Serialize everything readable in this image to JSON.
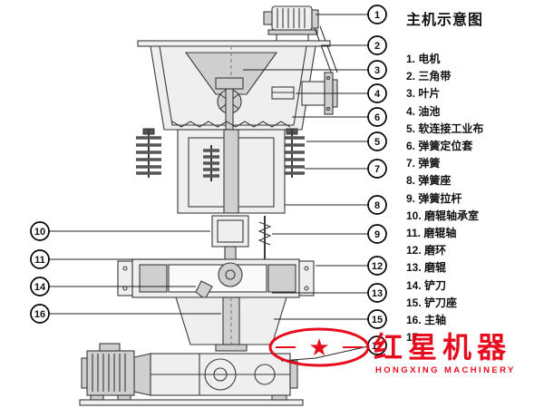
{
  "legend": {
    "title": "主机示意图",
    "items": [
      "1. 电机",
      "2. 三角带",
      "3. 叶片",
      "4. 油池",
      "5. 软连接工业布",
      "6. 弹簧定位套",
      "7. 弹簧",
      "8. 弹簧座",
      "9. 弹簧拉杆",
      "10. 磨辊轴承室",
      "11. 磨辊轴",
      "12. 磨环",
      "13. 磨辊",
      "14. 铲刀",
      "15. 铲刀座",
      "16. 主轴",
      "17."
    ]
  },
  "callouts": {
    "right": [
      "1",
      "2",
      "3",
      "4",
      "6",
      "5",
      "7",
      "8",
      "9",
      "12",
      "13",
      "15",
      "17"
    ],
    "left": [
      "10",
      "11",
      "14",
      "16"
    ]
  },
  "watermark": {
    "brand": "红星机器",
    "subtitle": "HONGXING MACHINERY",
    "star_icon": "★",
    "color": "#e60012"
  },
  "colors": {
    "line": "#3a3a3a",
    "accent_red": "#e60012",
    "background": "#ffffff"
  }
}
